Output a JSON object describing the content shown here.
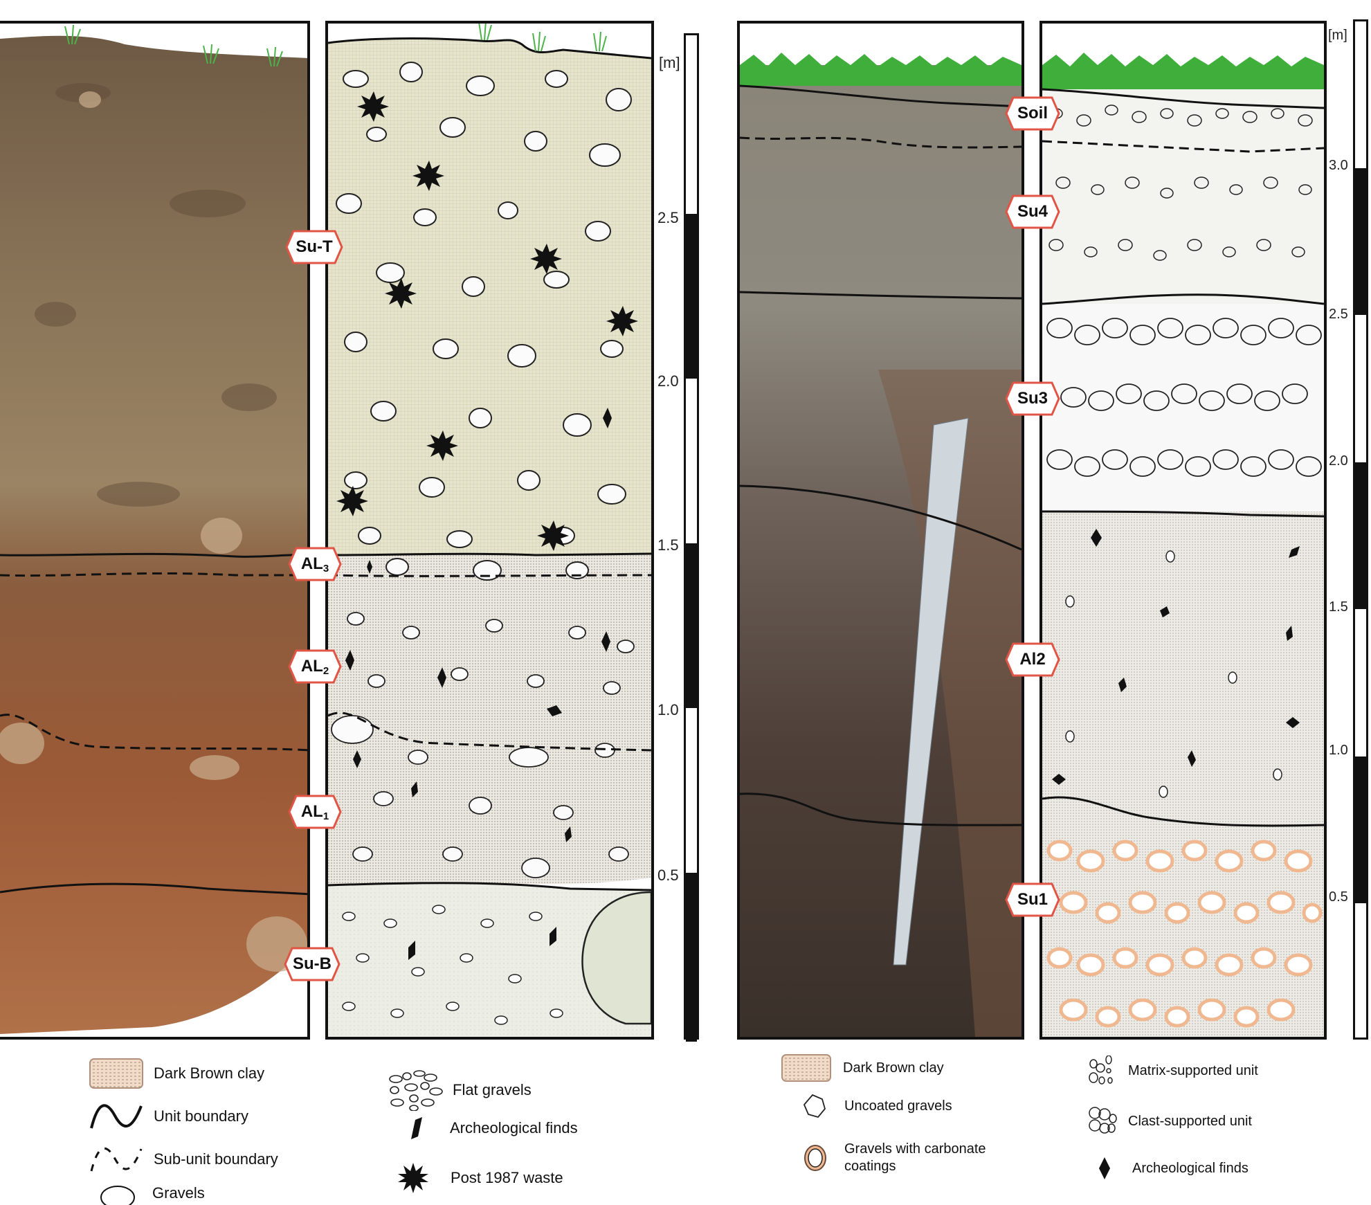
{
  "figure": {
    "left_section": {
      "unit_labels": [
        {
          "id": "su-t",
          "text": "Su-T",
          "sub": ""
        },
        {
          "id": "al3",
          "text": "AL",
          "sub": "3"
        },
        {
          "id": "al2",
          "text": "AL",
          "sub": "2"
        },
        {
          "id": "al1",
          "text": "AL",
          "sub": "1"
        },
        {
          "id": "su-b",
          "text": "Su-B",
          "sub": ""
        }
      ],
      "scale": {
        "unit": "[m]",
        "ticks": [
          "2.5",
          "2.0",
          "1.5",
          "1.0",
          "0.5"
        ]
      },
      "legend": [
        {
          "symbol": "dark-brown-clay-swatch",
          "label": "Dark Brown clay"
        },
        {
          "symbol": "unit-boundary-line",
          "label": "Unit boundary"
        },
        {
          "symbol": "sub-unit-boundary-line",
          "label": "Sub-unit boundary"
        },
        {
          "symbol": "gravel-outline",
          "label": "Gravels"
        },
        {
          "symbol": "flat-gravels-pattern",
          "label": "Flat gravels"
        },
        {
          "symbol": "archeological-find-parallelogram",
          "label": "Archeological  finds"
        },
        {
          "symbol": "waste-starburst",
          "label": "Post 1987 waste"
        }
      ]
    },
    "right_section": {
      "unit_labels": [
        {
          "id": "soil",
          "text": "Soil"
        },
        {
          "id": "su4",
          "text": "Su4"
        },
        {
          "id": "su3",
          "text": "Su3"
        },
        {
          "id": "al2",
          "text": "Al2"
        },
        {
          "id": "su1",
          "text": "Su1"
        }
      ],
      "scale": {
        "unit": "[m]",
        "ticks": [
          "3.0",
          "2.5",
          "2.0",
          "1.5",
          "1.0",
          "0.5"
        ]
      },
      "legend": [
        {
          "symbol": "dark-brown-clay-swatch",
          "label": "Dark Brown clay"
        },
        {
          "symbol": "uncoated-gravel-outline",
          "label": "Uncoated gravels"
        },
        {
          "symbol": "coated-gravel-outline",
          "label": "Gravels with carbonate coatings"
        },
        {
          "symbol": "matrix-supported-pattern",
          "label": "Matrix-supported unit"
        },
        {
          "symbol": "clast-supported-pattern",
          "label": "Clast-supported unit"
        },
        {
          "symbol": "archeological-find-diamond",
          "label": "Archeological  finds"
        }
      ]
    },
    "colors": {
      "label_border": "#e05545",
      "su_t_fill": "#e6e4cc",
      "al_fill": "#ece8e2",
      "su_b_fill": "#eceee6",
      "boulder": "#dfe5d2",
      "coating": "#f0b890",
      "clay_swatch": "#f2dcc8",
      "grass": "#3fae3a"
    }
  }
}
